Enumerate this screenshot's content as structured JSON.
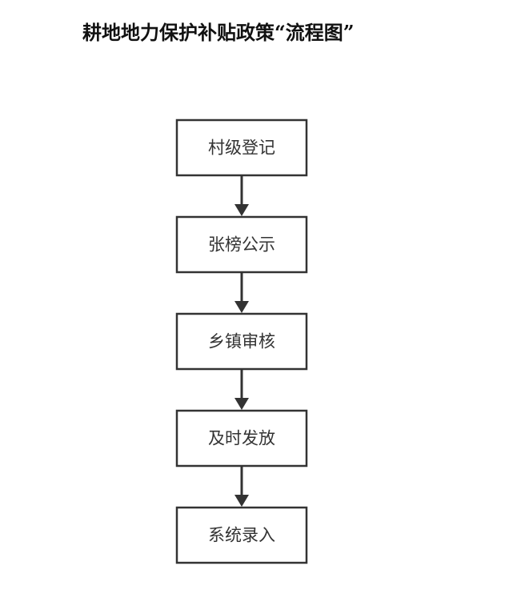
{
  "title": "耕地地力保护补贴政策“流程图”",
  "flowchart": {
    "steps": [
      {
        "label": "村级登记"
      },
      {
        "label": "张榜公示"
      },
      {
        "label": "乡镇审核"
      },
      {
        "label": "及时发放"
      },
      {
        "label": "系统录入"
      }
    ],
    "colors": {
      "box_border": "#333333",
      "box_fill": "#ffffff",
      "text": "#333333",
      "arrow": "#333333"
    }
  }
}
